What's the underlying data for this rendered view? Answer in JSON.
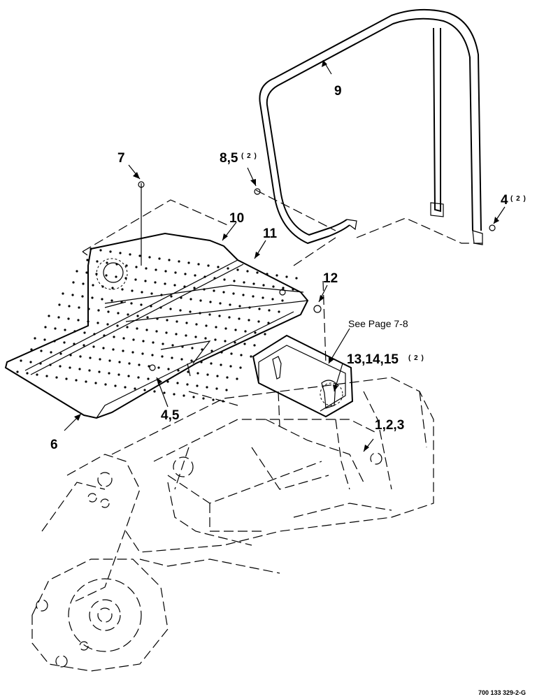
{
  "callouts": {
    "c9": "9",
    "c7": "7",
    "c85": "8,5",
    "c85q": "( 2 )",
    "c4": "4",
    "c4q": "( 2 )",
    "c10": "10",
    "c11": "11",
    "c12": "12",
    "c131415": "13,14,15",
    "c131415q": "( 2 )",
    "c45": "4,5",
    "c6": "6",
    "c123": "1,2,3"
  },
  "note": "See Page 7-8",
  "figure_ref": "700 133 329-2-G",
  "line_color": "#000000",
  "background_color": "#ffffff"
}
